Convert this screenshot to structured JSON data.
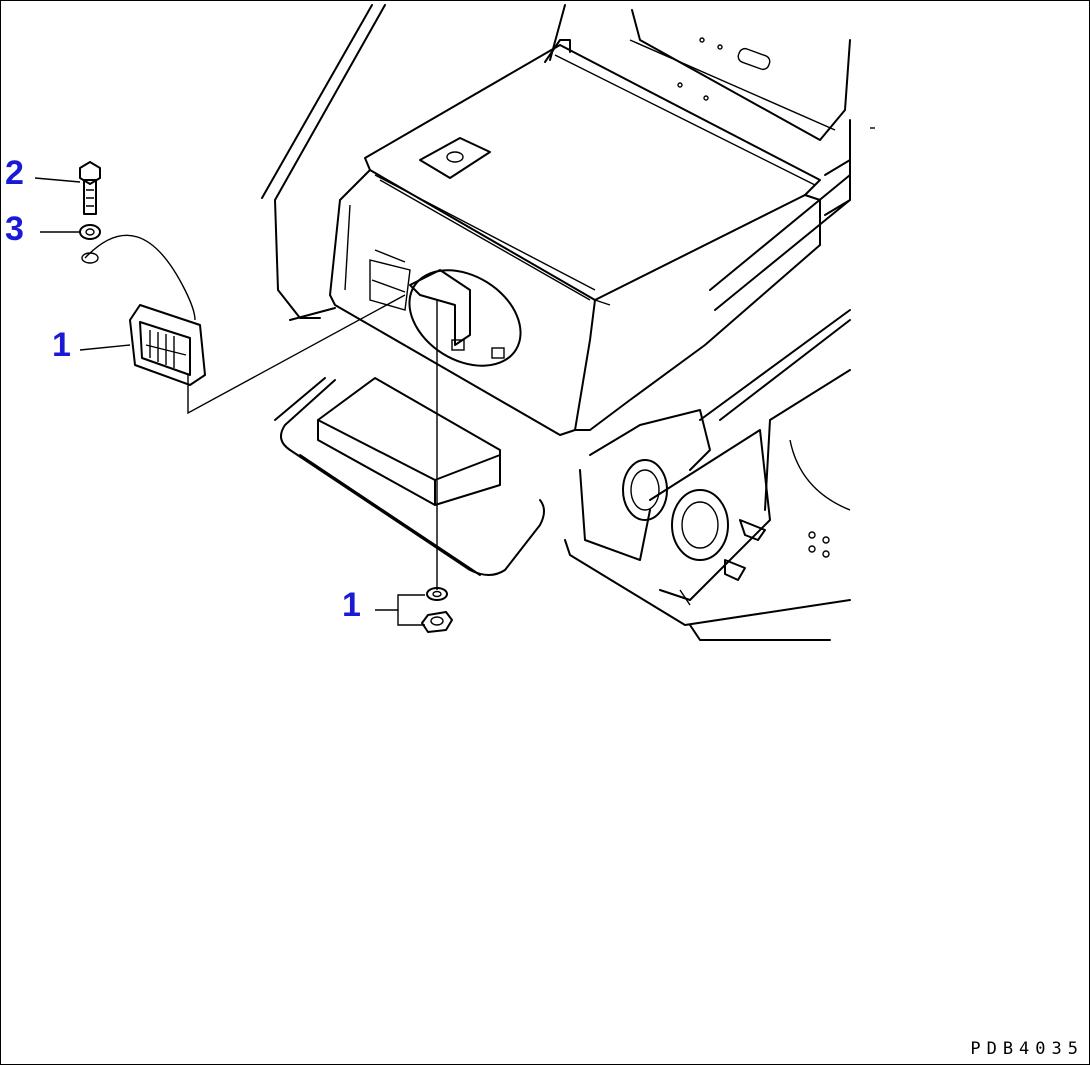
{
  "callouts": {
    "lamp": "1",
    "bolt": "2",
    "washer": "3",
    "nut_washer": "1"
  },
  "document_code": "PDB4035",
  "colors": {
    "callout": "#1a1ad6",
    "line": "#000000",
    "background": "#ffffff"
  }
}
